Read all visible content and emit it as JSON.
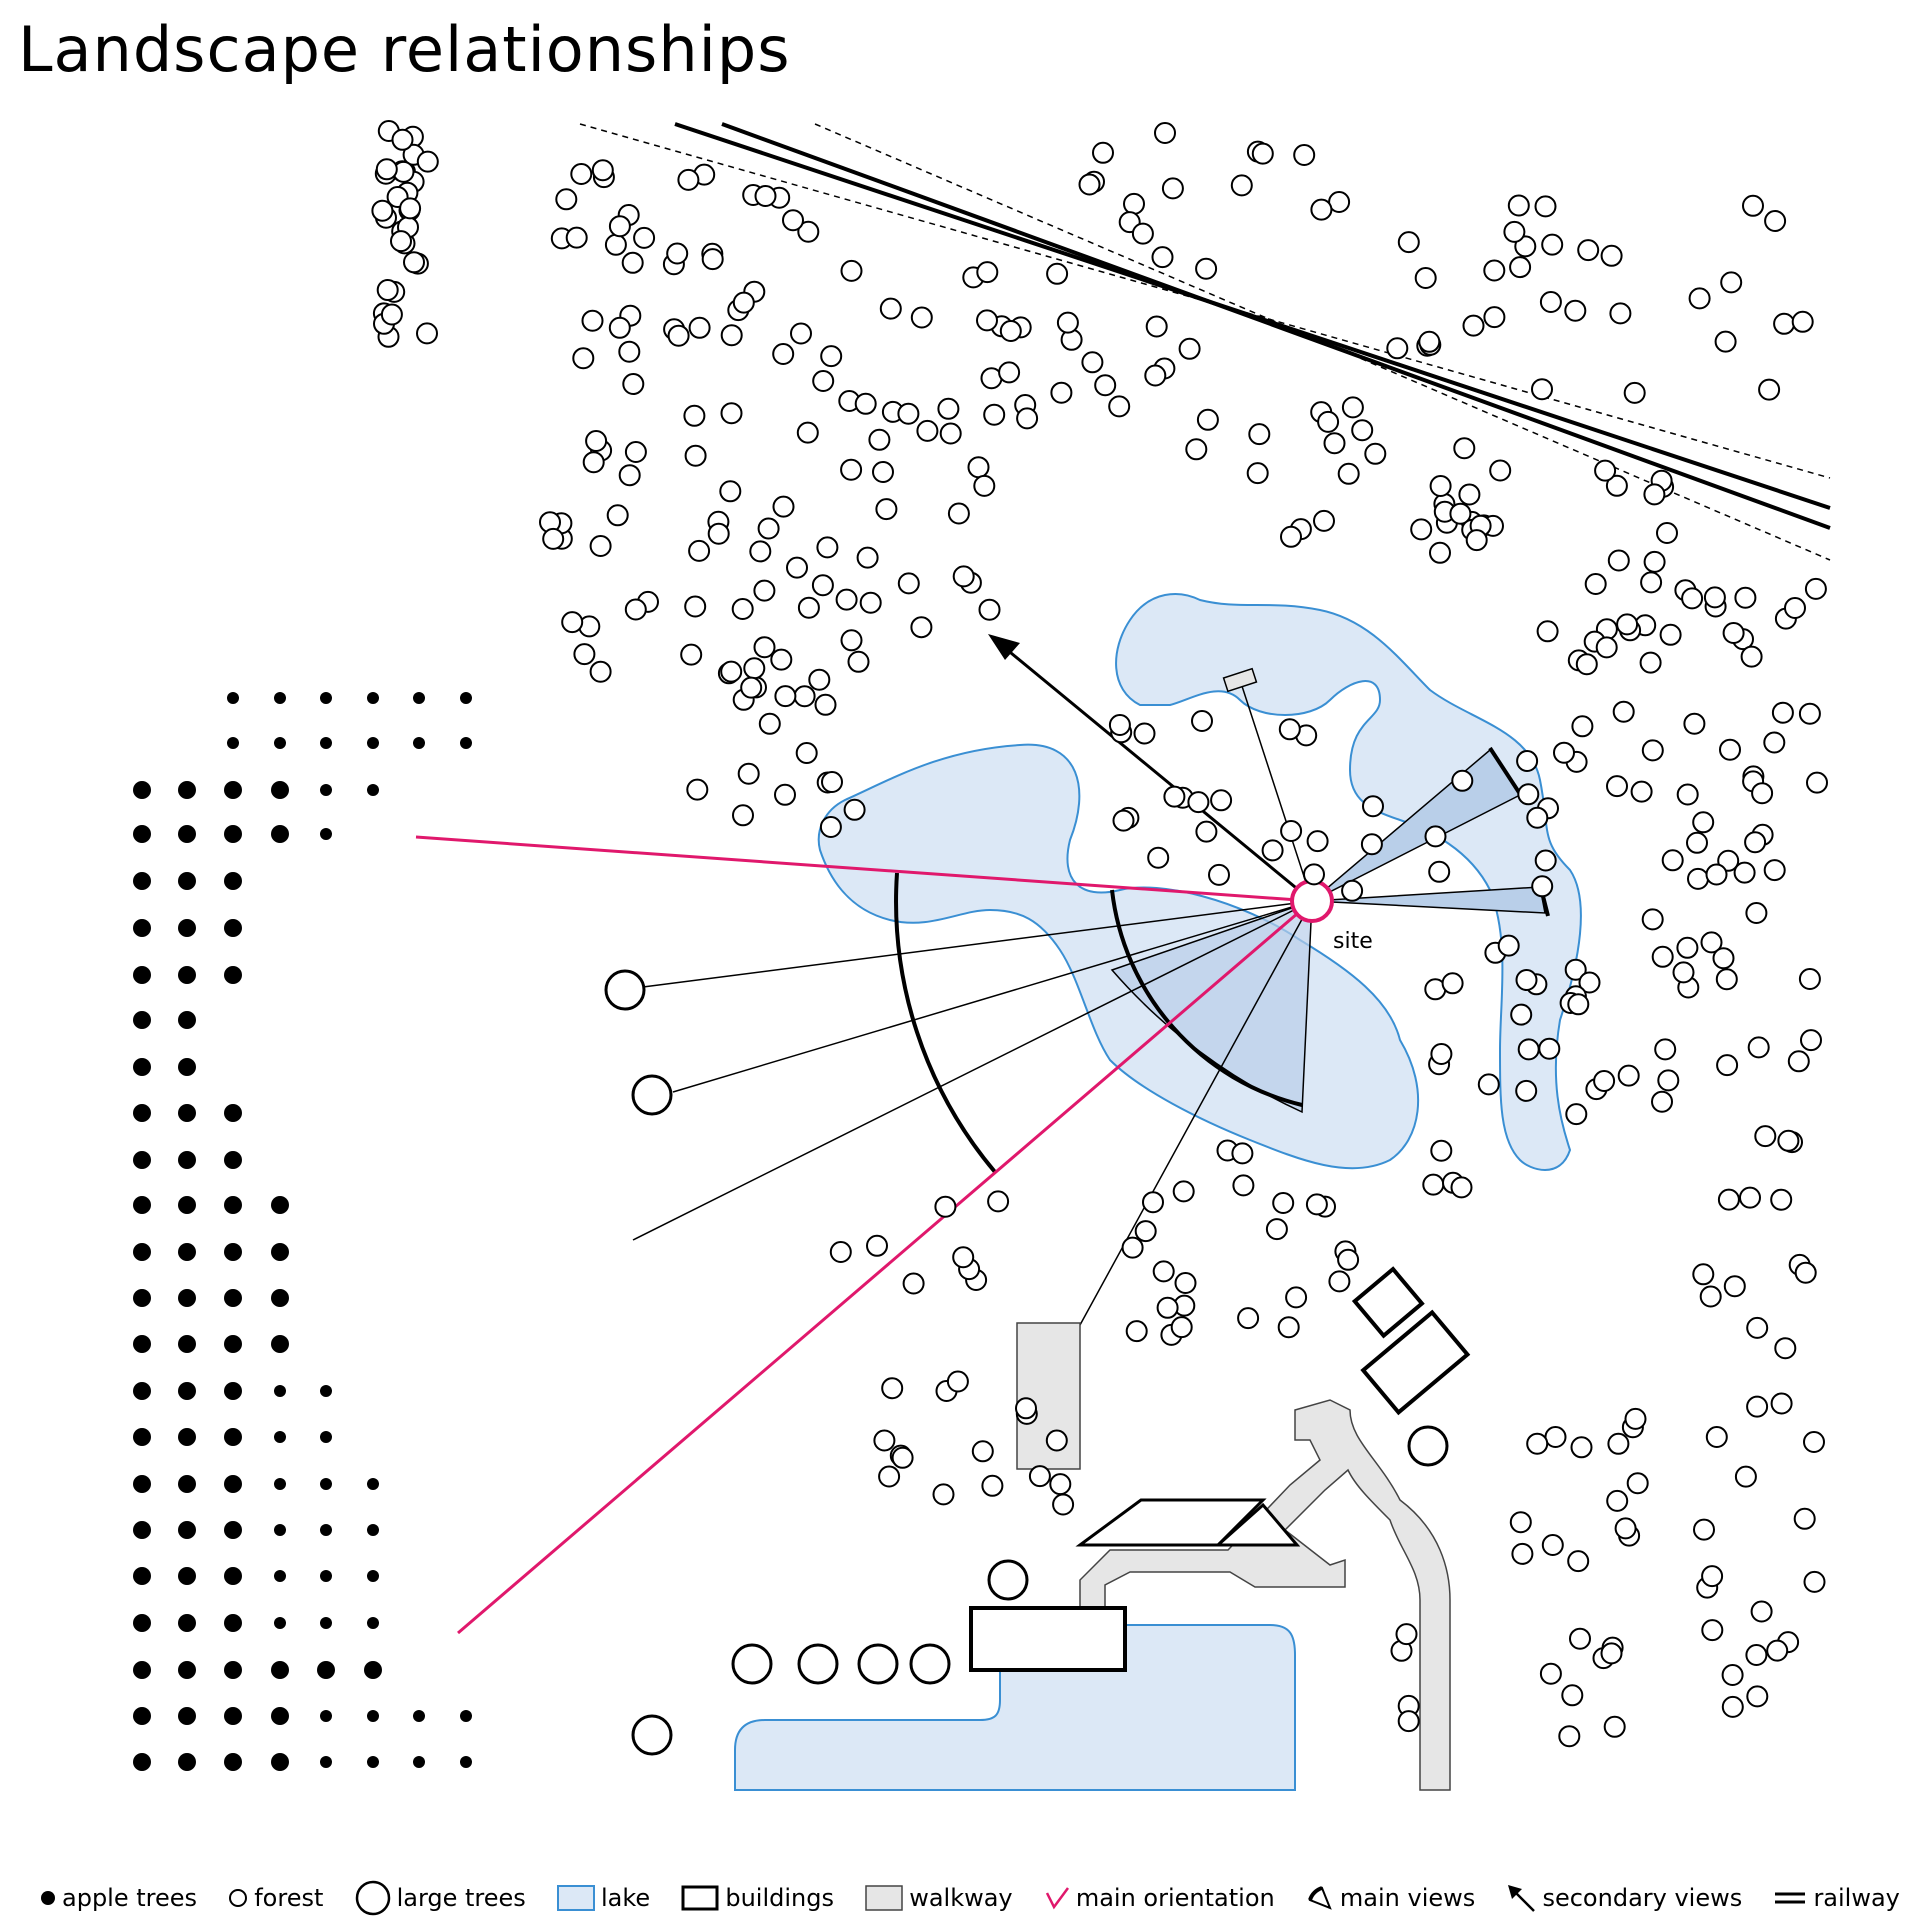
{
  "title": "Landscape relationships",
  "site_label": "site",
  "colors": {
    "lake_fill": "#dce8f6",
    "lake_stroke": "#3a8fd3",
    "main_orientation": "#e0186c",
    "walkway": "#e6e6e6",
    "ink": "#000000"
  },
  "legend": [
    {
      "key": "apple",
      "icon": "filled-dot-icon",
      "label": "apple trees"
    },
    {
      "key": "forest",
      "icon": "small-circle-icon",
      "label": "forest"
    },
    {
      "key": "large",
      "icon": "large-circle-icon",
      "label": "large trees"
    },
    {
      "key": "lake",
      "icon": "lake-swatch-icon",
      "label": "lake"
    },
    {
      "key": "buildings",
      "icon": "building-outline-icon",
      "label": "buildings"
    },
    {
      "key": "walkway",
      "icon": "walkway-swatch-icon",
      "label": "walkway"
    },
    {
      "key": "orientation",
      "icon": "pink-line-icon",
      "label": "main orientation"
    },
    {
      "key": "views",
      "icon": "view-cone-icon",
      "label": "main views"
    },
    {
      "key": "secondary",
      "icon": "arrow-icon",
      "label": "secondary views"
    },
    {
      "key": "railway",
      "icon": "railway-icon",
      "label": "railway"
    }
  ]
}
